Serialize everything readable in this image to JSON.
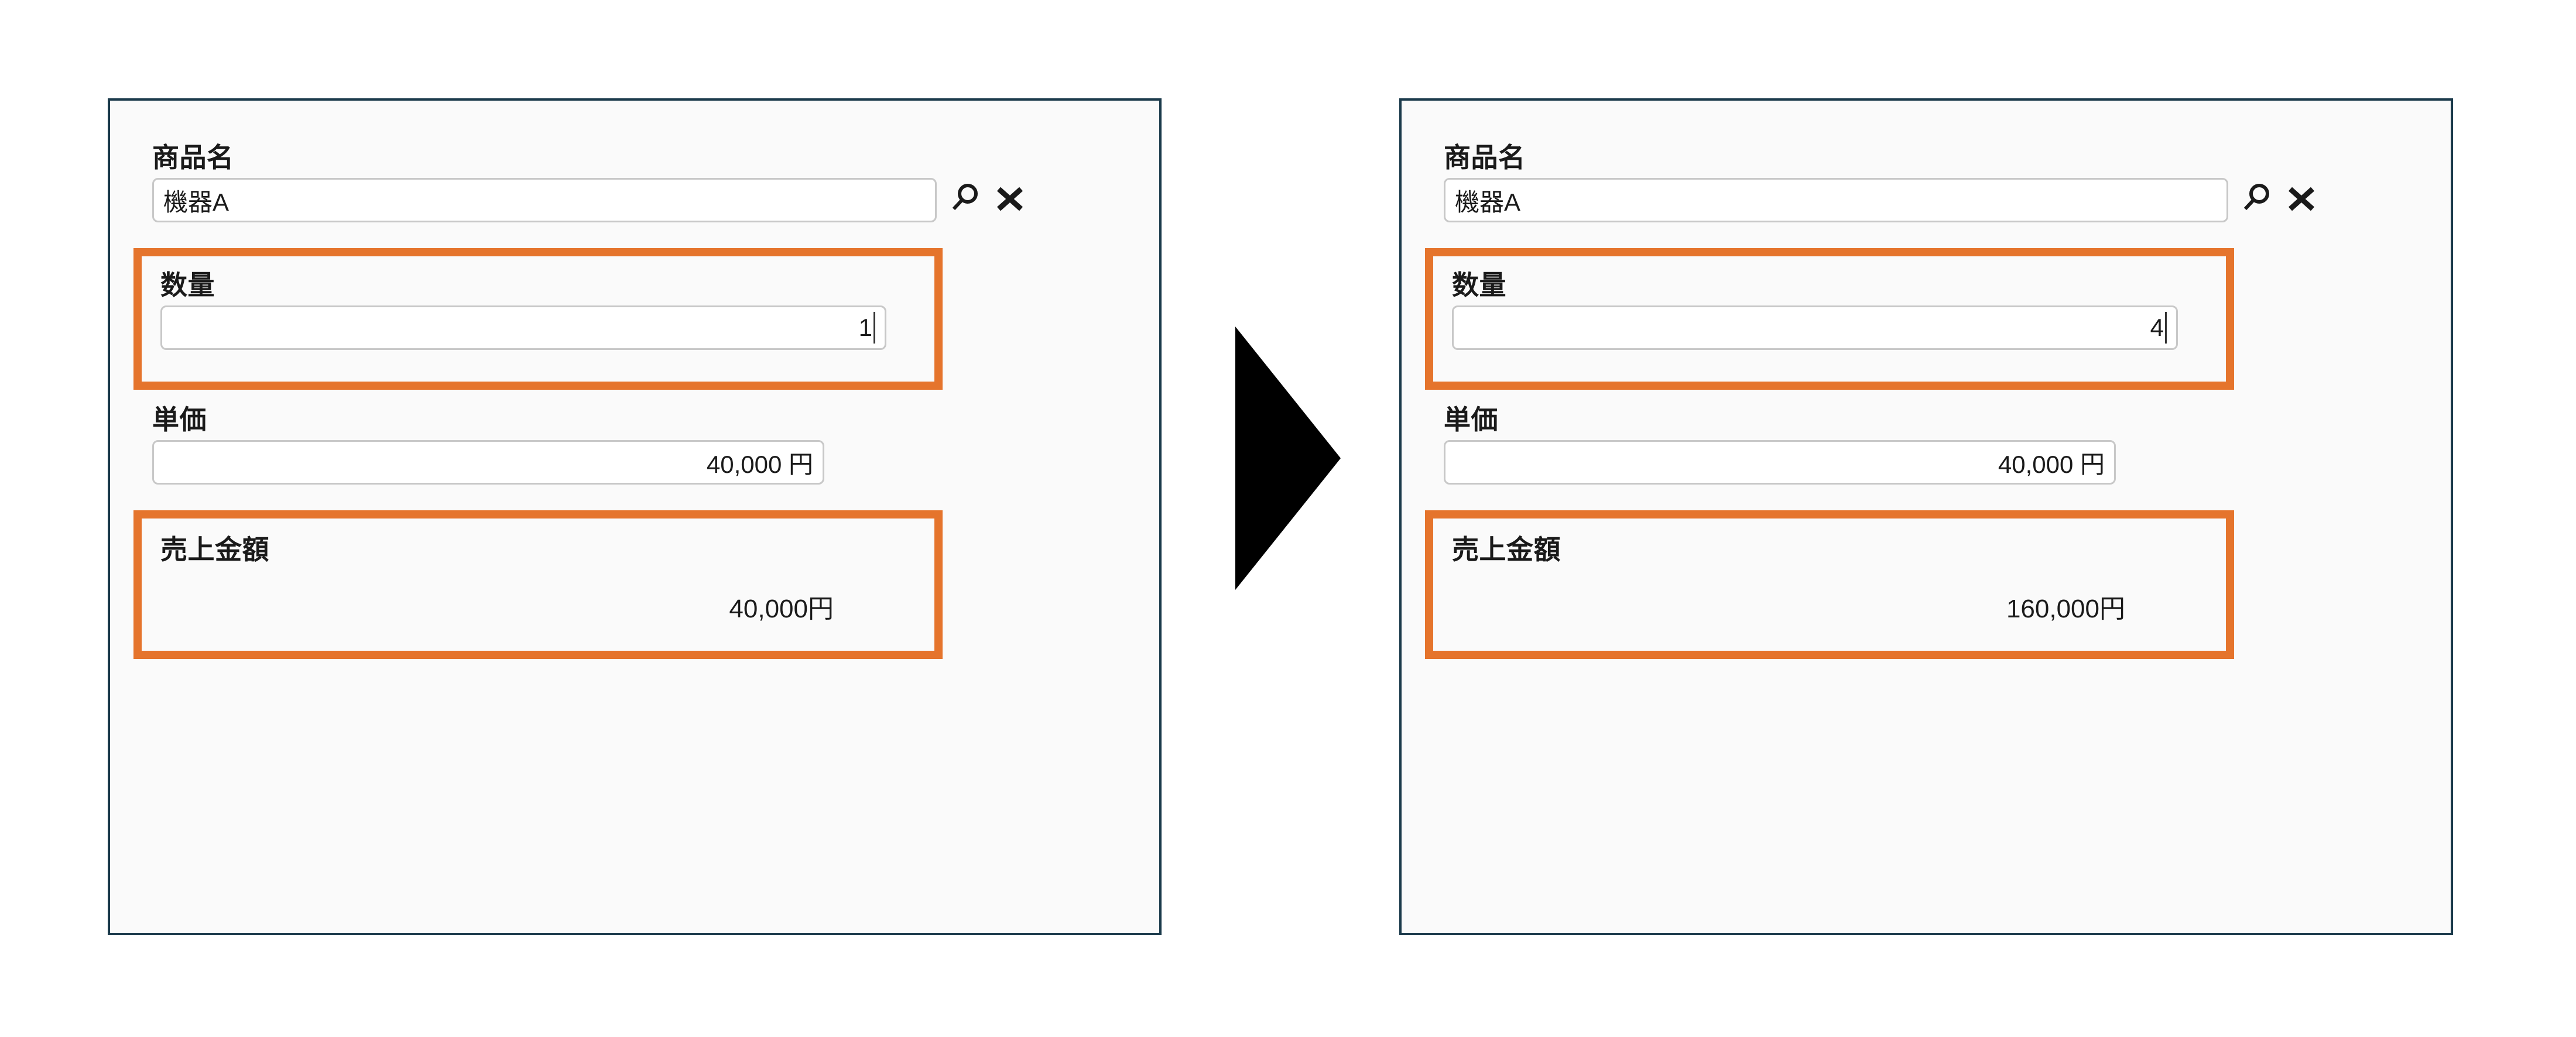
{
  "panels": [
    {
      "id": "before",
      "fields": {
        "product_name": {
          "label": "商品名",
          "value": "機器A",
          "placeholder": "",
          "search_icon": "search-icon",
          "clear_icon": "close-icon"
        },
        "quantity": {
          "label": "数量",
          "value": "1",
          "placeholder": "",
          "highlighted": true,
          "has_caret": true
        },
        "unit_price": {
          "label": "単価",
          "value": "40,000 円",
          "placeholder": "",
          "highlighted": false
        },
        "sales_amount": {
          "label": "売上金額",
          "value": "40,000円",
          "highlighted": true
        }
      }
    },
    {
      "id": "after",
      "fields": {
        "product_name": {
          "label": "商品名",
          "value": "機器A",
          "placeholder": "",
          "search_icon": "search-icon",
          "clear_icon": "close-icon"
        },
        "quantity": {
          "label": "数量",
          "value": "4",
          "placeholder": "",
          "highlighted": true,
          "has_caret": true
        },
        "unit_price": {
          "label": "単価",
          "value": "40,000 円",
          "placeholder": "",
          "highlighted": false
        },
        "sales_amount": {
          "label": "売上金額",
          "value": "160,000円",
          "highlighted": true
        }
      }
    }
  ],
  "arrow": {
    "name": "flow-arrow-right",
    "direction": "right"
  },
  "colors": {
    "highlight": "#e5742c",
    "panel_border": "#1b3a4b",
    "panel_background": "#fafafa",
    "input_border": "#c8c8c8",
    "text": "#1a1a1a",
    "arrow": "#000000"
  }
}
